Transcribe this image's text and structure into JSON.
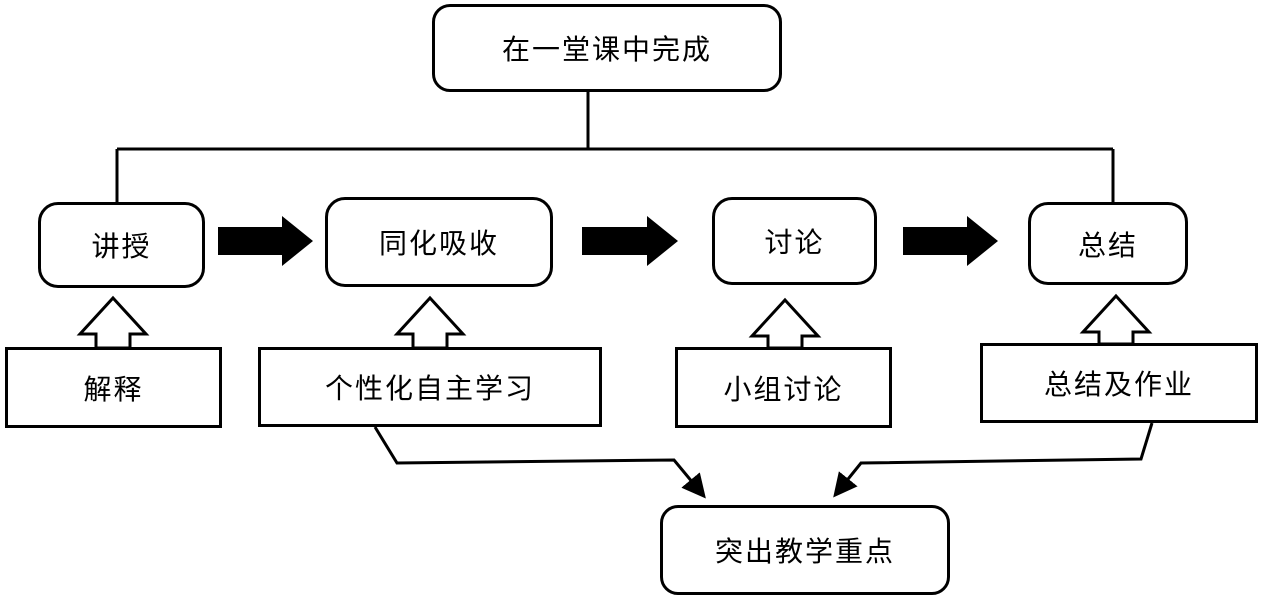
{
  "diagram": {
    "background_color": "#ffffff",
    "stroke_color": "#000000",
    "top": {
      "label": "在一堂课中完成"
    },
    "flow": [
      {
        "label": "讲授"
      },
      {
        "label": "同化吸收"
      },
      {
        "label": "讨论"
      },
      {
        "label": "总结"
      }
    ],
    "supports": [
      {
        "label": "解释"
      },
      {
        "label": "个性化自主学习"
      },
      {
        "label": "小组讨论"
      },
      {
        "label": "总结及作业"
      }
    ],
    "bottom": {
      "label": "突出教学重点"
    },
    "icons": {
      "flow_arrow": "thick-right-arrow",
      "support_arrow": "hollow-up-arrow",
      "converge_arrow": "thin-arrow-with-head"
    }
  }
}
